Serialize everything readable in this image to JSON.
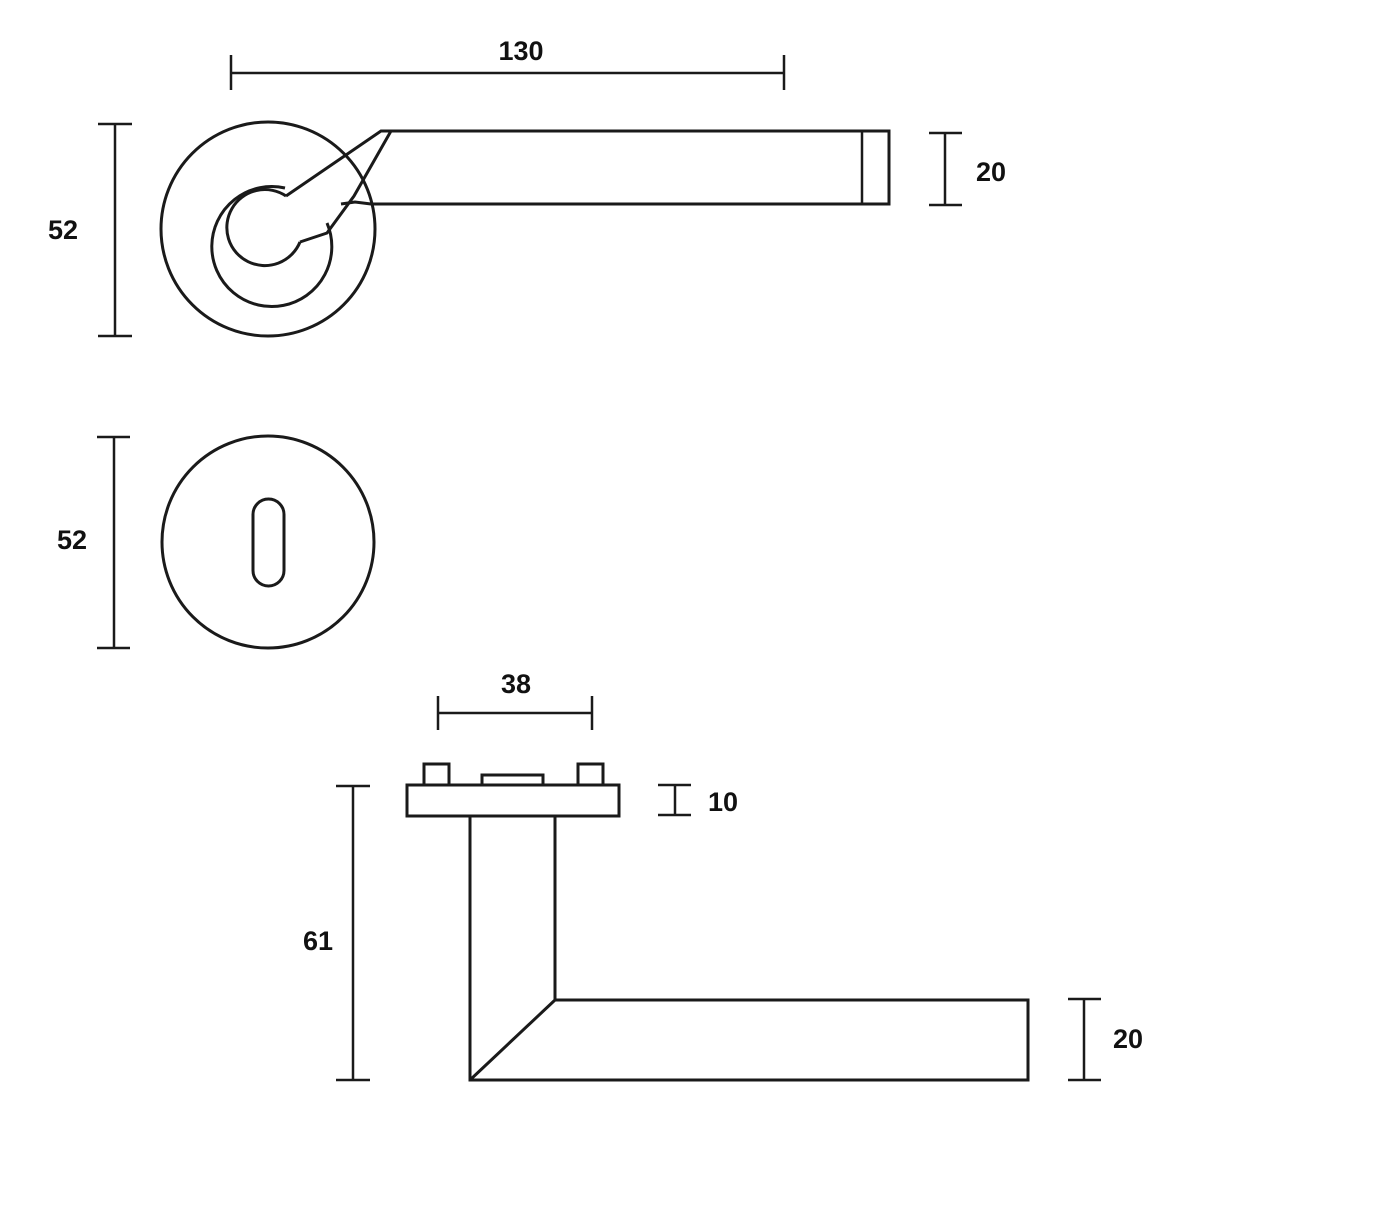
{
  "diagram": {
    "top_view": {
      "rose_diameter_label": "52",
      "lever_length_label": "130",
      "lever_height_label": "20"
    },
    "escutcheon_view": {
      "diameter_label": "52"
    },
    "side_view": {
      "base_width_label": "38",
      "base_thickness_label": "10",
      "projection_label": "61",
      "lever_height_label": "20"
    }
  }
}
